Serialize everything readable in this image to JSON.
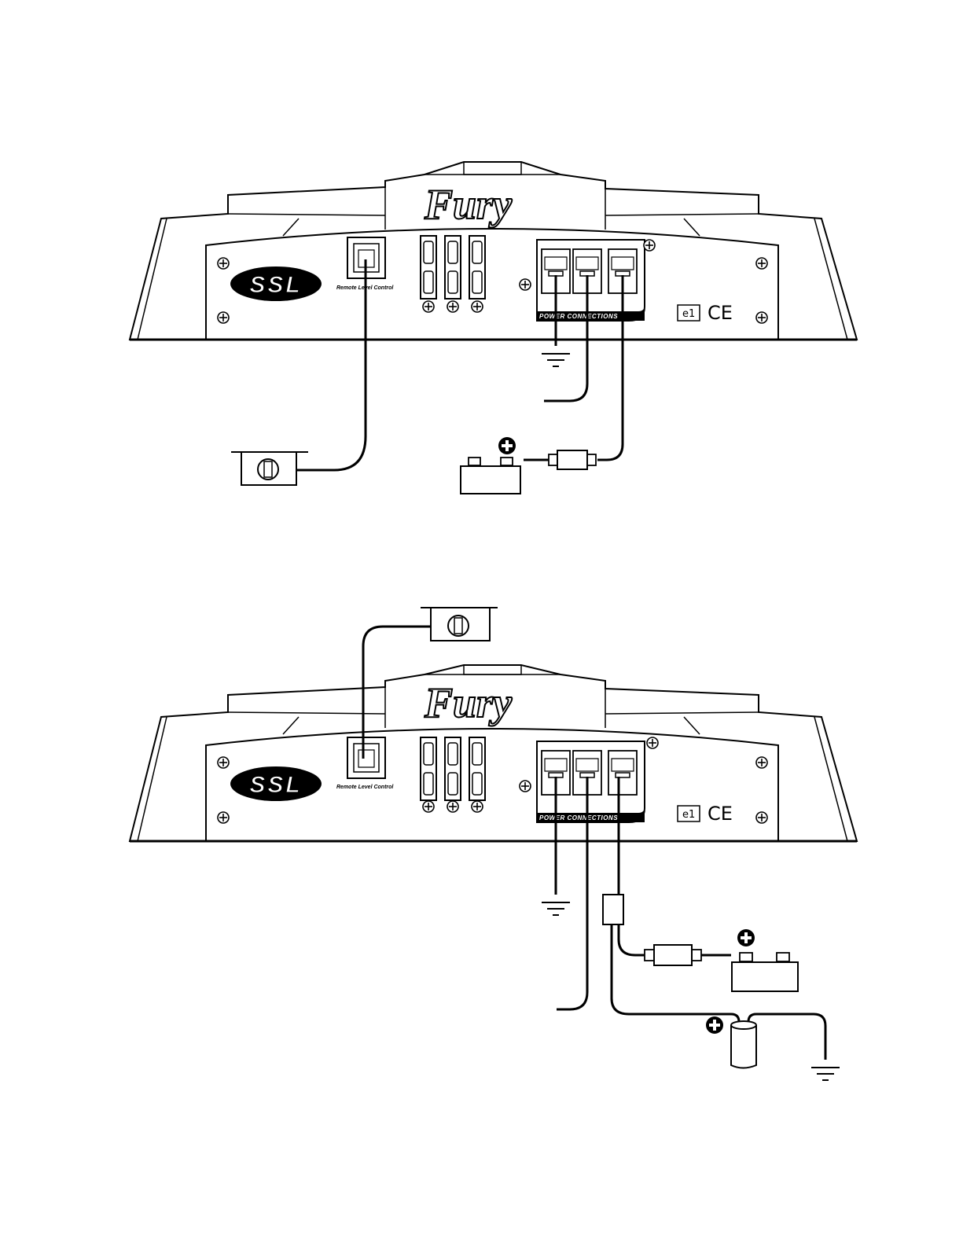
{
  "figures": [
    {
      "id": "top",
      "remote_label": "Remote Level Control",
      "power_label": "POWER CONNECTIONS",
      "brand_logo": "SSL",
      "model_logo": "Fury",
      "cert_mark": "e1",
      "ce_mark": "CE"
    },
    {
      "id": "bottom",
      "remote_label": "Remote Level Control",
      "power_label": "POWER CONNECTIONS",
      "brand_logo": "SSL",
      "model_logo": "Fury",
      "cert_mark": "e1",
      "ce_mark": "CE"
    }
  ],
  "symbols": {
    "positive": "+"
  },
  "icons": [
    "ground-symbol-icon",
    "fuse-icon",
    "battery-icon",
    "capacitor-icon",
    "remote-knob-icon",
    "screw-icon",
    "positive-terminal-icon"
  ]
}
